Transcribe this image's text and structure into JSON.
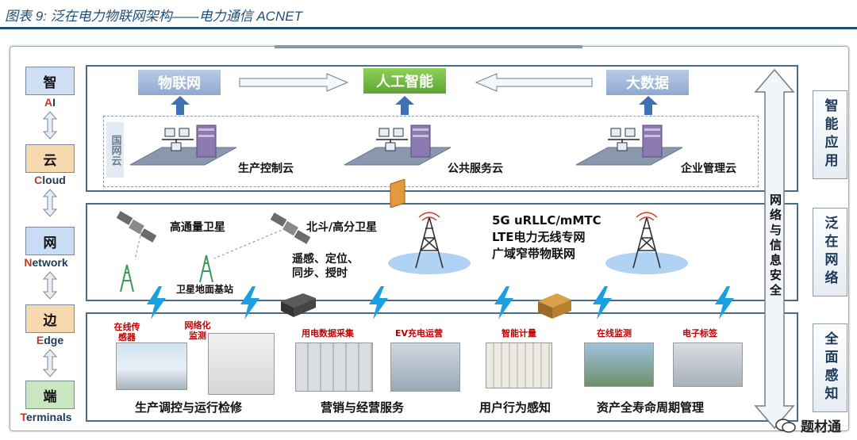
{
  "title": "图表 9: 泛在电力物联网架构——电力通信 ACNET",
  "left_stack": [
    {
      "char": "智",
      "first": "A",
      "rest": "I",
      "color": "#cfe0f5"
    },
    {
      "char": "云",
      "first": "C",
      "rest": "loud",
      "color": "#f7d9b0"
    },
    {
      "char": "网",
      "first": "N",
      "rest": "etwork",
      "color": "#c8dcf5"
    },
    {
      "char": "边",
      "first": "E",
      "rest": "dge",
      "color": "#f7d9b0"
    },
    {
      "char": "端",
      "first": "T",
      "rest": "erminals",
      "color": "#c8e6c0"
    }
  ],
  "right_stack": [
    "智能应用",
    "泛在网络",
    "全面感知"
  ],
  "vertical_security": "网络与信息安全",
  "top_layer": {
    "iot": "物联网",
    "ai": "人工智能",
    "bigdata": "大数据",
    "cloud_tag": "国网云",
    "clouds": [
      "生产控制云",
      "公共服务云",
      "企业管理云"
    ]
  },
  "network_layer": {
    "sat1": "高通量卫星",
    "sat2": "北斗/高分卫星",
    "ground": "卫星地面基站",
    "functions": [
      "遥感、定位、",
      "同步、授时"
    ],
    "wireless": [
      "5G uRLLC/mMTC",
      "LTE电力无线专网",
      "广域窄带物联网"
    ]
  },
  "terminal_layer": {
    "small_labels": [
      "在线传感器",
      "网络化监测",
      "用电数据采集",
      "EV充电运营",
      "智能计量",
      "在线监测",
      "电子标签"
    ],
    "bottom_labels": [
      "生产调控与运行检修",
      "营销与经营服务",
      "用户行为感知",
      "资产全寿命周期管理"
    ]
  },
  "watermark": "题材通",
  "colors": {
    "accent": "#1f4e79",
    "ai_green": "#70b83f",
    "tag_blue": "#9bb4d6",
    "lightning": "#1aa0e0",
    "arrow_blue": "#3f72b5"
  }
}
